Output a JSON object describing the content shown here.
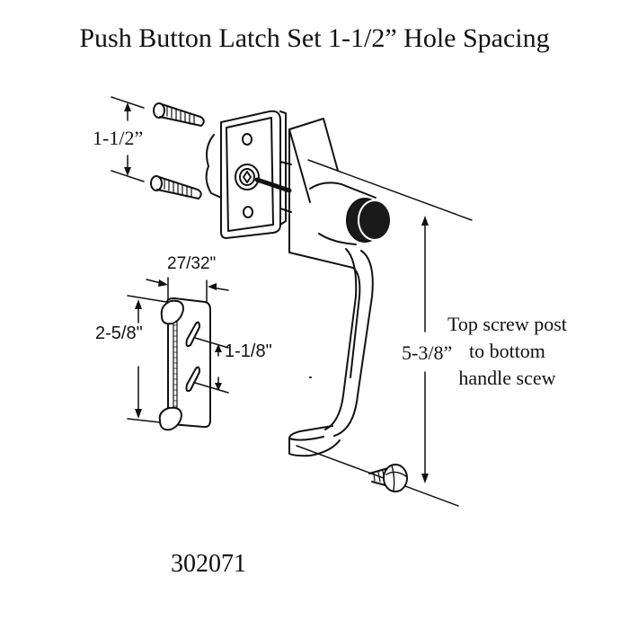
{
  "title": "Push Button Latch Set 1-1/2” Hole Spacing",
  "part_number": "302071",
  "dimensions": {
    "screw_spacing": "1-1/2”",
    "keeper_width": "27/32\"",
    "keeper_height": "2-5/8\"",
    "keeper_slot_spacing": "1-1/8\"",
    "overall_length": "5-3/8”"
  },
  "note": {
    "line1": "Top screw post",
    "line2": "to bottom",
    "line3": "handle scew"
  },
  "components": [
    "mounting-screws",
    "latch-mechanism",
    "push-button-handle",
    "keeper-strike",
    "handle-screw"
  ],
  "colors": {
    "line": "#111111",
    "background": "#ffffff",
    "button": "#1a1a1a"
  }
}
